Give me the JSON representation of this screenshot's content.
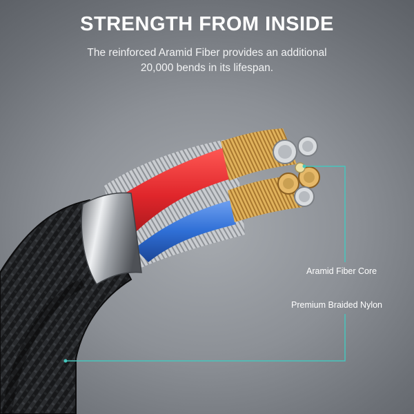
{
  "headline": "STRENGTH FROM INSIDE",
  "subtext": {
    "line1": "The reinforced Aramid Fiber provides an additional",
    "line2": "20,000 bends in its lifespan."
  },
  "callouts": {
    "core": "Aramid Fiber Core",
    "nylon": "Premium Braided Nylon"
  },
  "colors": {
    "accent_line": "#46c6bd",
    "wire_red": "#e0262b",
    "wire_blue": "#2f6fd6",
    "copper": "#d8a54a",
    "braid": "#1b1c1e"
  },
  "icons": {
    "cable": "braided-usb-cable-cross-section"
  }
}
